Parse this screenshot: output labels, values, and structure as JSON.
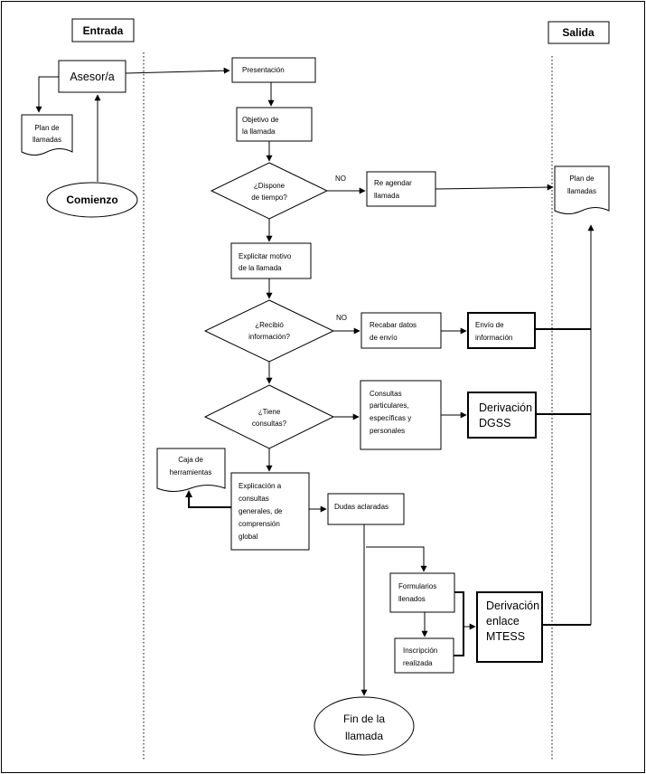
{
  "columns": {
    "entrada": "Entrada",
    "salida": "Salida"
  },
  "nodes": {
    "asesor": "Asesor/a",
    "plan_entrada": [
      "Plan de",
      "llamadas"
    ],
    "comienzo": "Comienzo",
    "presentacion": "Presentación",
    "objetivo": [
      "Objetivo de",
      "la llamada"
    ],
    "dispone": [
      "¿Dispone",
      "de tiempo?"
    ],
    "reagendar": [
      "Re agendar",
      "llamada"
    ],
    "plan_salida": [
      "Plan de",
      "llamadas"
    ],
    "explicitar": [
      "Explicitar motivo",
      "de la llamada"
    ],
    "recibio": [
      "¿Recibió",
      "información?"
    ],
    "recabar": [
      "Recabar datos",
      "de envío"
    ],
    "envio": [
      "Envío de",
      "información"
    ],
    "tiene": [
      "¿Tiene",
      "consultas?"
    ],
    "consultas": [
      "Consultas",
      "particulares,",
      "específicas y",
      "personales"
    ],
    "dgss": [
      "Derivación",
      "DGSS"
    ],
    "caja": [
      "Caja de",
      "herramientas"
    ],
    "explicacion": [
      "Explicación a",
      "consultas",
      "generales, de",
      "comprensión",
      "global"
    ],
    "dudas": "Dudas aclaradas",
    "formularios": [
      "Formularios",
      "llenados"
    ],
    "inscripcion": [
      "Inscripción",
      "realizada"
    ],
    "mtess": [
      "Derivación",
      "enlace",
      "MTESS"
    ],
    "fin": [
      "Fin de la",
      "llamada"
    ]
  },
  "labels": {
    "no_1": "NO",
    "no_2": "NO"
  }
}
